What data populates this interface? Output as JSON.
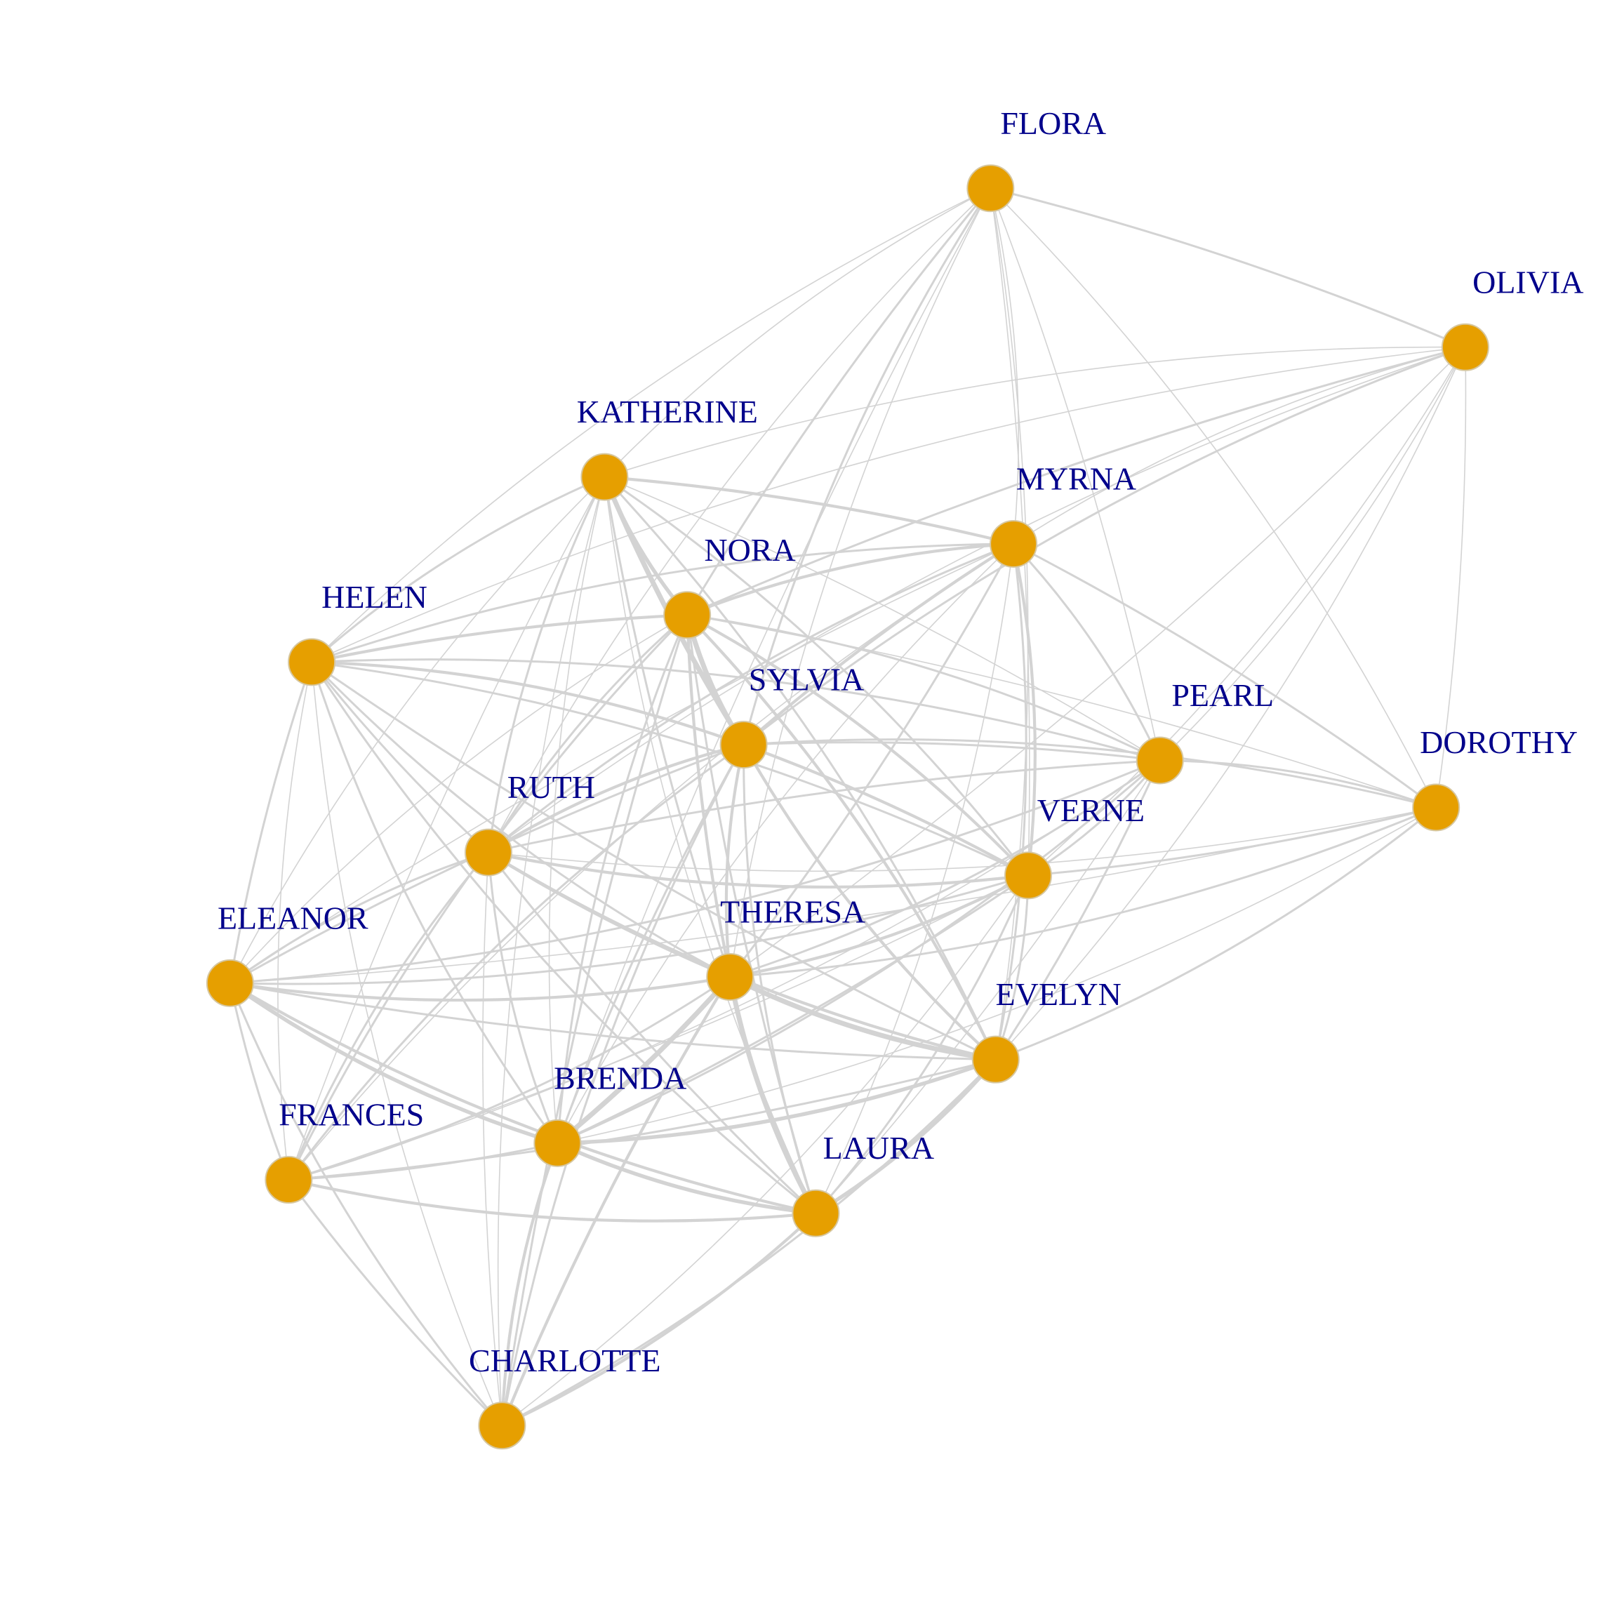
{
  "graph": {
    "node_color": "#e69f00",
    "edge_color": "#d3d3d3",
    "label_color": "#00008b",
    "nodes": [
      {
        "id": "FLORA",
        "label": "FLORA"
      },
      {
        "id": "OLIVIA",
        "label": "OLIVIA"
      },
      {
        "id": "KATHERINE",
        "label": "KATHERINE"
      },
      {
        "id": "MYRNA",
        "label": "MYRNA"
      },
      {
        "id": "NORA",
        "label": "NORA"
      },
      {
        "id": "HELEN",
        "label": "HELEN"
      },
      {
        "id": "SYLVIA",
        "label": "SYLVIA"
      },
      {
        "id": "PEARL",
        "label": "PEARL"
      },
      {
        "id": "DOROTHY",
        "label": "DOROTHY"
      },
      {
        "id": "RUTH",
        "label": "RUTH"
      },
      {
        "id": "VERNE",
        "label": "VERNE"
      },
      {
        "id": "ELEANOR",
        "label": "ELEANOR"
      },
      {
        "id": "THERESA",
        "label": "THERESA"
      },
      {
        "id": "EVELYN",
        "label": "EVELYN"
      },
      {
        "id": "BRENDA",
        "label": "BRENDA"
      },
      {
        "id": "FRANCES",
        "label": "FRANCES"
      },
      {
        "id": "LAURA",
        "label": "LAURA"
      },
      {
        "id": "CHARLOTTE",
        "label": "CHARLOTTE"
      }
    ],
    "edges": [
      [
        "FLORA",
        "OLIVIA",
        2
      ],
      [
        "FLORA",
        "KATHERINE",
        1
      ],
      [
        "FLORA",
        "MYRNA",
        1
      ],
      [
        "FLORA",
        "NORA",
        2
      ],
      [
        "FLORA",
        "HELEN",
        1
      ],
      [
        "FLORA",
        "SYLVIA",
        2
      ],
      [
        "FLORA",
        "PEARL",
        1
      ],
      [
        "FLORA",
        "DOROTHY",
        1
      ],
      [
        "FLORA",
        "RUTH",
        1
      ],
      [
        "FLORA",
        "VERNE",
        1
      ],
      [
        "FLORA",
        "THERESA",
        1
      ],
      [
        "FLORA",
        "EVELYN",
        1
      ],
      [
        "FLORA",
        "BRENDA",
        1
      ],
      [
        "OLIVIA",
        "KATHERINE",
        1
      ],
      [
        "OLIVIA",
        "MYRNA",
        1
      ],
      [
        "OLIVIA",
        "NORA",
        2
      ],
      [
        "OLIVIA",
        "SYLVIA",
        2
      ],
      [
        "OLIVIA",
        "PEARL",
        1
      ],
      [
        "OLIVIA",
        "DOROTHY",
        1
      ],
      [
        "OLIVIA",
        "RUTH",
        1
      ],
      [
        "OLIVIA",
        "VERNE",
        1
      ],
      [
        "OLIVIA",
        "THERESA",
        1
      ],
      [
        "OLIVIA",
        "EVELYN",
        1
      ],
      [
        "OLIVIA",
        "HELEN",
        1
      ],
      [
        "KATHERINE",
        "MYRNA",
        3
      ],
      [
        "KATHERINE",
        "NORA",
        4
      ],
      [
        "KATHERINE",
        "HELEN",
        2
      ],
      [
        "KATHERINE",
        "SYLVIA",
        5
      ],
      [
        "KATHERINE",
        "VERNE",
        2
      ],
      [
        "KATHERINE",
        "RUTH",
        2
      ],
      [
        "KATHERINE",
        "THERESA",
        2
      ],
      [
        "KATHERINE",
        "EVELYN",
        2
      ],
      [
        "KATHERINE",
        "BRENDA",
        1
      ],
      [
        "KATHERINE",
        "FRANCES",
        1
      ],
      [
        "KATHERINE",
        "LAURA",
        1
      ],
      [
        "KATHERINE",
        "ELEANOR",
        1
      ],
      [
        "KATHERINE",
        "PEARL",
        1
      ],
      [
        "KATHERINE",
        "CHARLOTTE",
        1
      ],
      [
        "MYRNA",
        "NORA",
        3
      ],
      [
        "MYRNA",
        "SYLVIA",
        3
      ],
      [
        "MYRNA",
        "HELEN",
        2
      ],
      [
        "MYRNA",
        "PEARL",
        2
      ],
      [
        "MYRNA",
        "DOROTHY",
        2
      ],
      [
        "MYRNA",
        "RUTH",
        2
      ],
      [
        "MYRNA",
        "VERNE",
        3
      ],
      [
        "MYRNA",
        "THERESA",
        2
      ],
      [
        "MYRNA",
        "EVELYN",
        2
      ],
      [
        "MYRNA",
        "BRENDA",
        1
      ],
      [
        "MYRNA",
        "ELEANOR",
        1
      ],
      [
        "MYRNA",
        "LAURA",
        1
      ],
      [
        "MYRNA",
        "FRANCES",
        1
      ],
      [
        "NORA",
        "HELEN",
        3
      ],
      [
        "NORA",
        "SYLVIA",
        5
      ],
      [
        "NORA",
        "PEARL",
        2
      ],
      [
        "NORA",
        "DOROTHY",
        1
      ],
      [
        "NORA",
        "RUTH",
        2
      ],
      [
        "NORA",
        "VERNE",
        3
      ],
      [
        "NORA",
        "THERESA",
        3
      ],
      [
        "NORA",
        "EVELYN",
        3
      ],
      [
        "NORA",
        "BRENDA",
        2
      ],
      [
        "NORA",
        "LAURA",
        2
      ],
      [
        "NORA",
        "FRANCES",
        2
      ],
      [
        "NORA",
        "ELEANOR",
        1
      ],
      [
        "NORA",
        "CHARLOTTE",
        2
      ],
      [
        "HELEN",
        "SYLVIA",
        3
      ],
      [
        "HELEN",
        "PEARL",
        2
      ],
      [
        "HELEN",
        "RUTH",
        2
      ],
      [
        "HELEN",
        "VERNE",
        2
      ],
      [
        "HELEN",
        "THERESA",
        2
      ],
      [
        "HELEN",
        "EVELYN",
        2
      ],
      [
        "HELEN",
        "BRENDA",
        2
      ],
      [
        "HELEN",
        "LAURA",
        2
      ],
      [
        "HELEN",
        "ELEANOR",
        2
      ],
      [
        "HELEN",
        "FRANCES",
        1
      ],
      [
        "HELEN",
        "CHARLOTTE",
        1
      ],
      [
        "SYLVIA",
        "PEARL",
        2
      ],
      [
        "SYLVIA",
        "DOROTHY",
        2
      ],
      [
        "SYLVIA",
        "RUTH",
        3
      ],
      [
        "SYLVIA",
        "VERNE",
        3
      ],
      [
        "SYLVIA",
        "THERESA",
        3
      ],
      [
        "SYLVIA",
        "EVELYN",
        3
      ],
      [
        "SYLVIA",
        "BRENDA",
        2
      ],
      [
        "SYLVIA",
        "LAURA",
        2
      ],
      [
        "SYLVIA",
        "FRANCES",
        2
      ],
      [
        "SYLVIA",
        "ELEANOR",
        2
      ],
      [
        "SYLVIA",
        "CHARLOTTE",
        2
      ],
      [
        "PEARL",
        "DOROTHY",
        2
      ],
      [
        "PEARL",
        "RUTH",
        2
      ],
      [
        "PEARL",
        "VERNE",
        2
      ],
      [
        "PEARL",
        "THERESA",
        2
      ],
      [
        "PEARL",
        "EVELYN",
        2
      ],
      [
        "PEARL",
        "BRENDA",
        2
      ],
      [
        "PEARL",
        "ELEANOR",
        2
      ],
      [
        "PEARL",
        "LAURA",
        1
      ],
      [
        "PEARL",
        "FRANCES",
        1
      ],
      [
        "DOROTHY",
        "RUTH",
        1
      ],
      [
        "DOROTHY",
        "VERNE",
        2
      ],
      [
        "DOROTHY",
        "THERESA",
        2
      ],
      [
        "DOROTHY",
        "EVELYN",
        2
      ],
      [
        "DOROTHY",
        "ELEANOR",
        1
      ],
      [
        "DOROTHY",
        "BRENDA",
        1
      ],
      [
        "RUTH",
        "VERNE",
        3
      ],
      [
        "RUTH",
        "THERESA",
        3
      ],
      [
        "RUTH",
        "EVELYN",
        3
      ],
      [
        "RUTH",
        "BRENDA",
        2
      ],
      [
        "RUTH",
        "LAURA",
        2
      ],
      [
        "RUTH",
        "FRANCES",
        2
      ],
      [
        "RUTH",
        "ELEANOR",
        2
      ],
      [
        "RUTH",
        "CHARLOTTE",
        1
      ],
      [
        "VERNE",
        "THERESA",
        3
      ],
      [
        "VERNE",
        "EVELYN",
        2
      ],
      [
        "VERNE",
        "BRENDA",
        2
      ],
      [
        "VERNE",
        "LAURA",
        2
      ],
      [
        "VERNE",
        "ELEANOR",
        2
      ],
      [
        "VERNE",
        "FRANCES",
        1
      ],
      [
        "VERNE",
        "CHARLOTTE",
        1
      ],
      [
        "ELEANOR",
        "THERESA",
        3
      ],
      [
        "ELEANOR",
        "EVELYN",
        2
      ],
      [
        "ELEANOR",
        "BRENDA",
        4
      ],
      [
        "ELEANOR",
        "LAURA",
        3
      ],
      [
        "ELEANOR",
        "FRANCES",
        2
      ],
      [
        "ELEANOR",
        "CHARLOTTE",
        2
      ],
      [
        "THERESA",
        "EVELYN",
        5
      ],
      [
        "THERESA",
        "BRENDA",
        5
      ],
      [
        "THERESA",
        "LAURA",
        5
      ],
      [
        "THERESA",
        "FRANCES",
        2
      ],
      [
        "THERESA",
        "CHARLOTTE",
        3
      ],
      [
        "EVELYN",
        "BRENDA",
        4
      ],
      [
        "EVELYN",
        "LAURA",
        4
      ],
      [
        "EVELYN",
        "FRANCES",
        2
      ],
      [
        "EVELYN",
        "CHARLOTTE",
        2
      ],
      [
        "BRENDA",
        "LAURA",
        4
      ],
      [
        "BRENDA",
        "FRANCES",
        2
      ],
      [
        "BRENDA",
        "CHARLOTTE",
        3
      ],
      [
        "FRANCES",
        "LAURA",
        3
      ],
      [
        "FRANCES",
        "CHARLOTTE",
        2
      ],
      [
        "LAURA",
        "CHARLOTTE",
        3
      ]
    ]
  }
}
